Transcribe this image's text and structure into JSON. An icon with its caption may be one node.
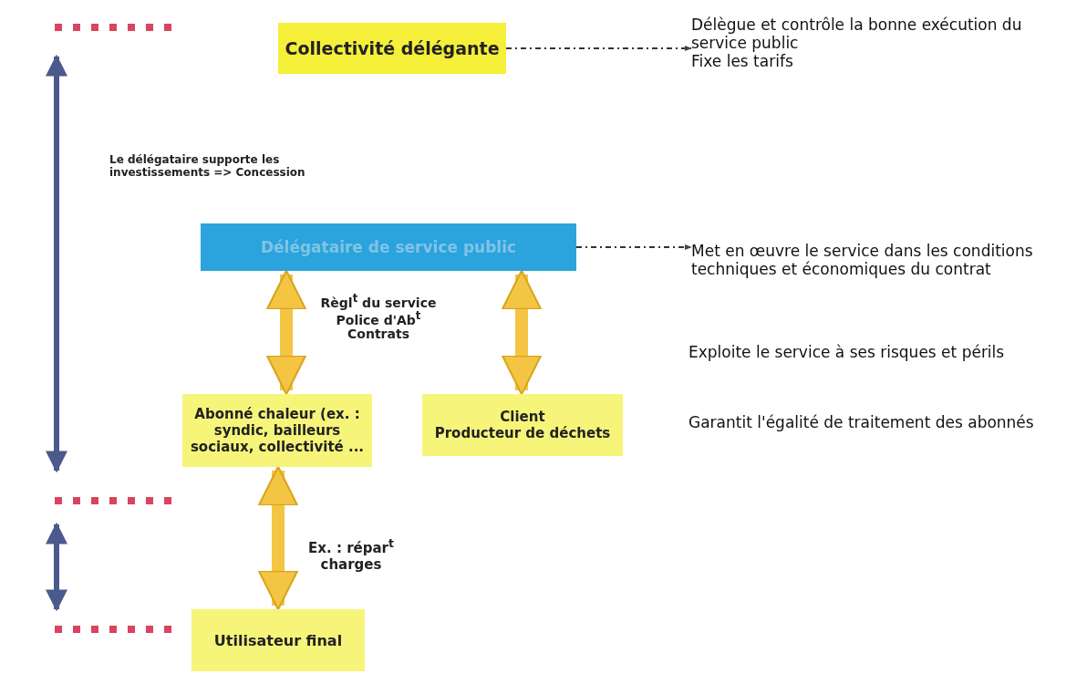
{
  "diagram": {
    "nodes": [
      {
        "text": [
          "Collectivité délégante"
        ]
      },
      {
        "text": [
          "Délègue et contrôle la bonne exécution du service public",
          "Fixe les tarifs"
        ]
      },
      {
        "text": [
          "Délégataire de service public"
        ]
      },
      {
        "text": [
          "Met en œuvre le service dans les conditions techniques et économiques du contrat"
        ]
      },
      {
        "text": [
          "Abonné chaleur (ex. : syndic, bailleurs sociaux, collectivité ..."
        ]
      },
      {
        "text": [
          "Client",
          "Producteur de déchets"
        ]
      },
      {
        "text": [
          "Utilisateur final"
        ]
      }
    ],
    "edges": [
      {
        "from": 0,
        "to": 1,
        "arrow": "to",
        "style": "dashed",
        "color": "#333333"
      },
      {
        "from": 2,
        "to": 3,
        "arrow": "to",
        "style": "dashed",
        "color": "#333333"
      },
      {
        "from": 2,
        "to": 4,
        "arrow": "both"
      },
      {
        "from": 2,
        "to": 5,
        "arrow": "both"
      },
      {
        "from": 4,
        "to": 6,
        "arrow": "both"
      }
    ],
    "labels": [
      "Le délégataire supporte les investissements => Concession",
      "Règl$^{t}$ du service",
      "Police d'Ab$^{t}$",
      "Contrats",
      "Exploite le service à ses risques et périls",
      "Garantit l'égalité de traitement des abonnés",
      "Ex. : répar$^{t}$ charges"
    ]
  }
}
